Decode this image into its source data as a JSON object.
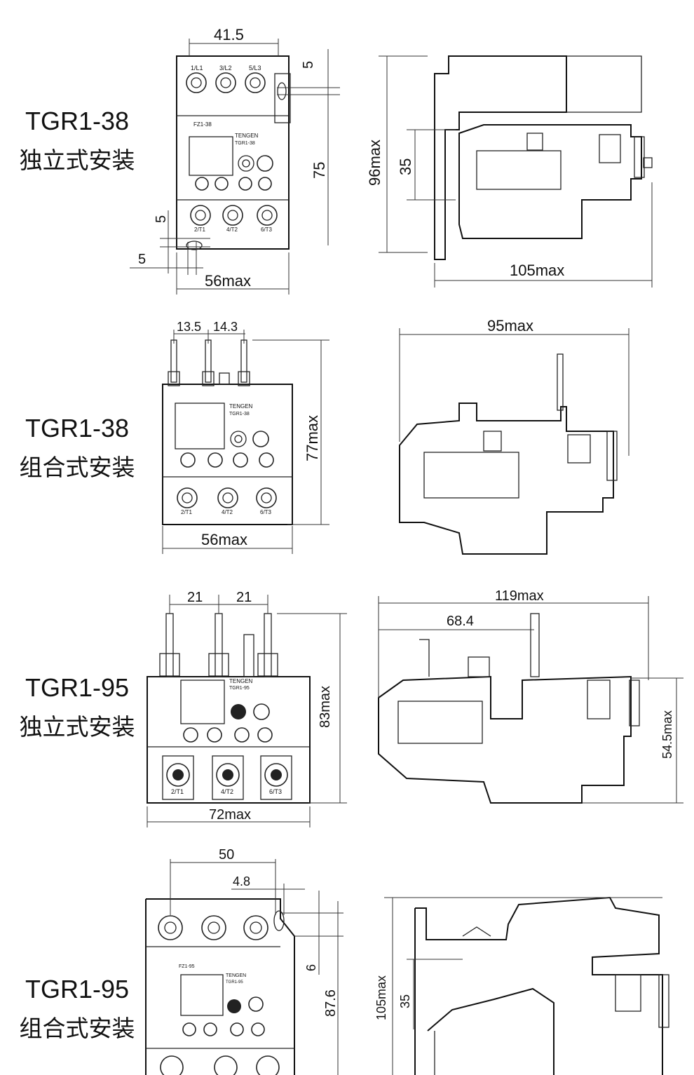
{
  "sections": [
    {
      "model": "TGR1-38",
      "mount": "独立式安装",
      "front": {
        "labels_top": [
          "1/L1",
          "3/L2",
          "5/L3"
        ],
        "labels_bottom": [
          "2/T1",
          "4/T2",
          "6/T3"
        ],
        "brand": "TENGEN",
        "part": "TGR1-38",
        "plate": "FZ1-38",
        "dims": {
          "top_width": "41.5",
          "gap_right": "5",
          "height": "75",
          "left_a": "5",
          "left_b": "5",
          "width": "56max"
        }
      },
      "side": {
        "dims": {
          "height": "96max",
          "rail": "35",
          "depth": "105max"
        }
      }
    },
    {
      "model": "TGR1-38",
      "mount": "组合式安装",
      "front": {
        "labels_bottom": [
          "2/T1",
          "4/T2",
          "6/T3"
        ],
        "brand": "TENGEN",
        "part": "TGR1-38",
        "dims": {
          "pitch_a": "13.5",
          "pitch_b": "14.3",
          "height": "77max",
          "width": "56max"
        }
      },
      "side": {
        "dims": {
          "depth": "95max"
        }
      }
    },
    {
      "model": "TGR1-95",
      "mount": "独立式安装",
      "front": {
        "labels_bottom": [
          "2/T1",
          "4/T2",
          "6/T3"
        ],
        "brand": "TENGEN",
        "part": "TGR1-95",
        "dims": {
          "pitch_a": "21",
          "pitch_b": "21",
          "height": "83max",
          "width": "72max"
        }
      },
      "side": {
        "dims": {
          "depth": "119max",
          "offset": "68.4",
          "height": "54.5max"
        }
      }
    },
    {
      "model": "TGR1-95",
      "mount": "组合式安装",
      "front": {
        "brand": "TENGEN",
        "part": "TGR1-95",
        "plate": "FZ1-95",
        "dims": {
          "top_width": "50",
          "gap": "4.8",
          "offset": "6",
          "height": "87.6"
        }
      },
      "side": {
        "dims": {
          "height": "105max",
          "rail": "35"
        }
      }
    }
  ]
}
